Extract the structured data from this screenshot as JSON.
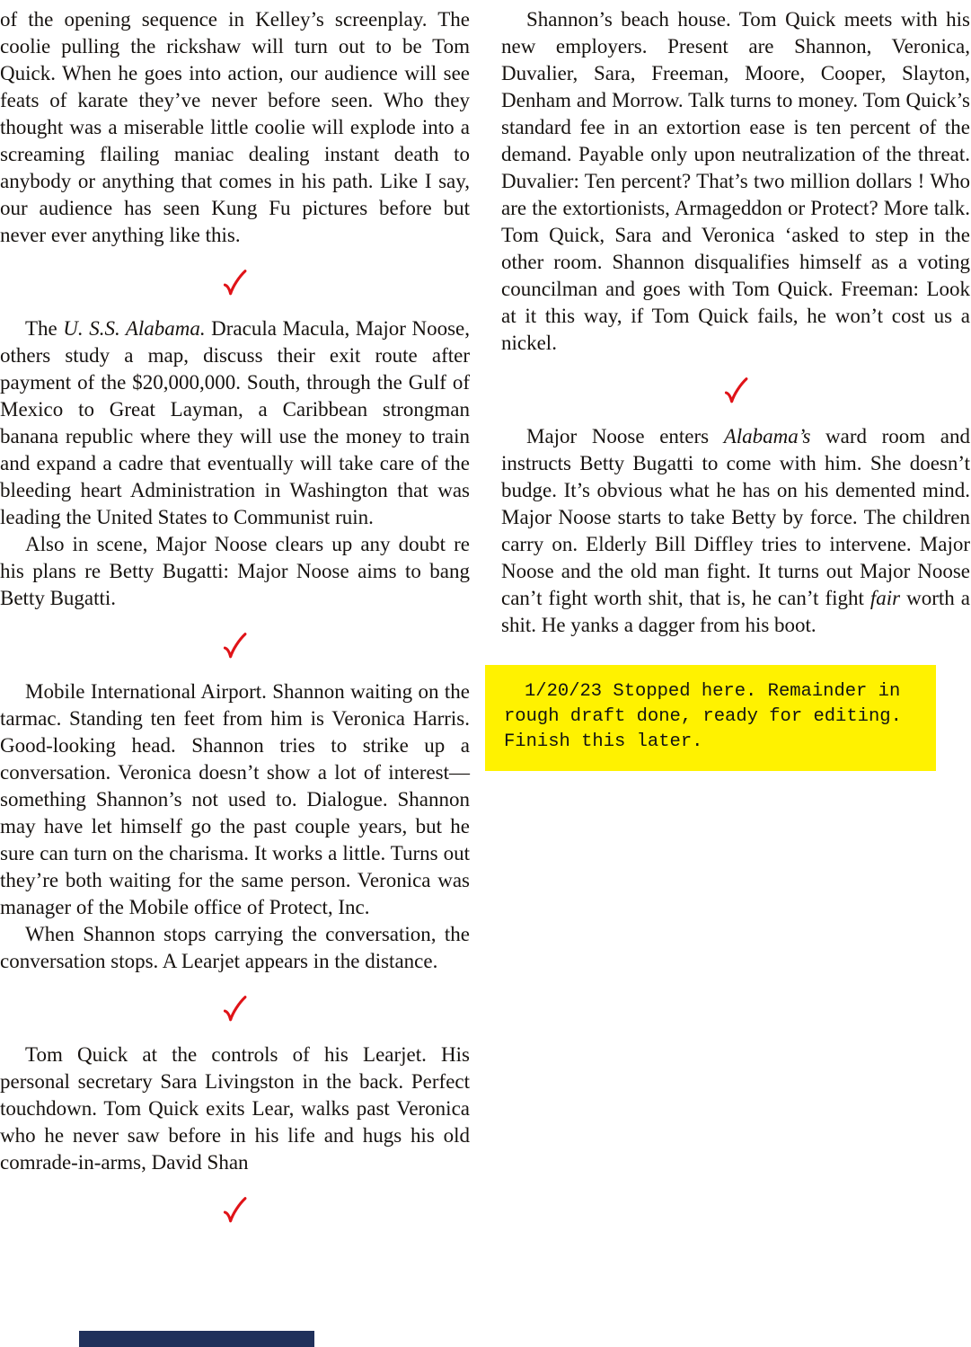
{
  "page": {
    "background": "#ffffff",
    "text_color": "#171310"
  },
  "colors": {
    "checkmark_red": "#e01318",
    "note_yellow": "#fff200",
    "bottom_bar_navy": "#20315b"
  },
  "note": {
    "text": "1/20/23 Stopped here. Remainder in rough draft done, ready for editing. Finish this later."
  },
  "columns": [
    {
      "id": "left",
      "blocks": [
        {
          "type": "p",
          "indent": false,
          "runs": [
            {
              "text": "of the opening sequence in Kelley’s screenplay. The coolie pulling the rickshaw will turn out to be Tom Quick. When he goes into action, our audience will see feats of karate they’ve never before seen. Who they thought was a miserable little coolie will explode into a screaming flailing maniac dealing instant death to anybody or anything that comes in his path. Like I say, our audience has seen Kung Fu pictures before but never ever anything like this."
            }
          ]
        },
        {
          "type": "check"
        },
        {
          "type": "p",
          "indent": true,
          "runs": [
            {
              "text": "The "
            },
            {
              "text": "U. S.S. Alabama.",
              "italic": true
            },
            {
              "text": " Dracula Macula, Major Noose, others study a map, discuss their exit route after payment of the $20,000,000. South, through the Gulf of Mexico to Great Layman, a Caribbean strongman banana republic where they will use the money to train and expand a cadre that eventually will take care of the bleeding heart Administration in Washington that was leading the United States to Communist ruin."
            }
          ]
        },
        {
          "type": "p",
          "indent": true,
          "runs": [
            {
              "text": "Also in scene, Major Noose clears up any doubt re his plans re Betty Bugatti: Major Noose aims to bang Betty Bugatti."
            }
          ]
        },
        {
          "type": "check"
        },
        {
          "type": "p",
          "indent": true,
          "runs": [
            {
              "text": "Mobile International Airport. Shannon waiting on the tarmac. Standing ten feet from him is Veronica Harris. Good-looking head. Shannon tries to strike up a conversation. Veronica doesn’t show a lot of interest—something Shannon’s not used to. Dialogue. Shannon may have let himself go the past couple years, but he sure can turn on the charisma. It works a little. Turns out they’re both waiting for the same person. Veronica was manager of the Mobile office of Protect, Inc."
            }
          ]
        },
        {
          "type": "p",
          "indent": true,
          "runs": [
            {
              "text": "When Shannon stops carrying the conversation, the conversation stops. A Learjet appears in the distance."
            }
          ]
        },
        {
          "type": "check"
        },
        {
          "type": "p",
          "indent": true,
          "runs": [
            {
              "text": "Tom Quick at the controls of his Learjet. His personal secretary Sara Livingston in the back. Perfect touchdown. Tom Quick exits Lear, walks past Veronica who he never saw before in his life and hugs his old comrade-in-arms, David Shan"
            }
          ]
        },
        {
          "type": "check"
        }
      ]
    },
    {
      "id": "right",
      "blocks": [
        {
          "type": "p",
          "indent": true,
          "runs": [
            {
              "text": "Shannon’s beach house. Tom Quick meets with his new employers. Present are Shannon, Veronica, Duvalier, Sara, Freeman, Moore, Cooper, Slayton, Denham and Morrow. Talk turns to money. Tom Quick’s standard fee in an extortion ease is ten percent of the demand. Payable only upon neutralization of the threat. Duvalier: Ten percent? That’s two million dollars ! Who are the extortionists, Armageddon or Protect? More talk. Tom Quick, Sara and Veronica ‘asked to step in the other room. Shannon disqualifies himself as a voting councilman and goes with Tom Quick. Freeman: Look at it this way, if Tom Quick fails, he won’t cost us a nickel."
            }
          ]
        },
        {
          "type": "check"
        },
        {
          "type": "p",
          "indent": true,
          "runs": [
            {
              "text": "Major Noose enters "
            },
            {
              "text": "Alabama’s",
              "italic": true
            },
            {
              "text": " ward room and instructs Betty Bugatti to come with him. She doesn’t budge. It’s obvious what he has on his demented mind. Major Noose starts to take Betty by force. The children carry on. Elderly Bill Diffley tries to intervene. Major Noose and the old man fight. It turns out Major Noose can’t fight worth shit, that is, he can’t fight "
            },
            {
              "text": "fair",
              "italic": true
            },
            {
              "text": " worth a shit. He yanks a dagger from his boot."
            }
          ]
        },
        {
          "type": "note"
        }
      ]
    }
  ],
  "bottom_bar": {
    "present": true
  }
}
